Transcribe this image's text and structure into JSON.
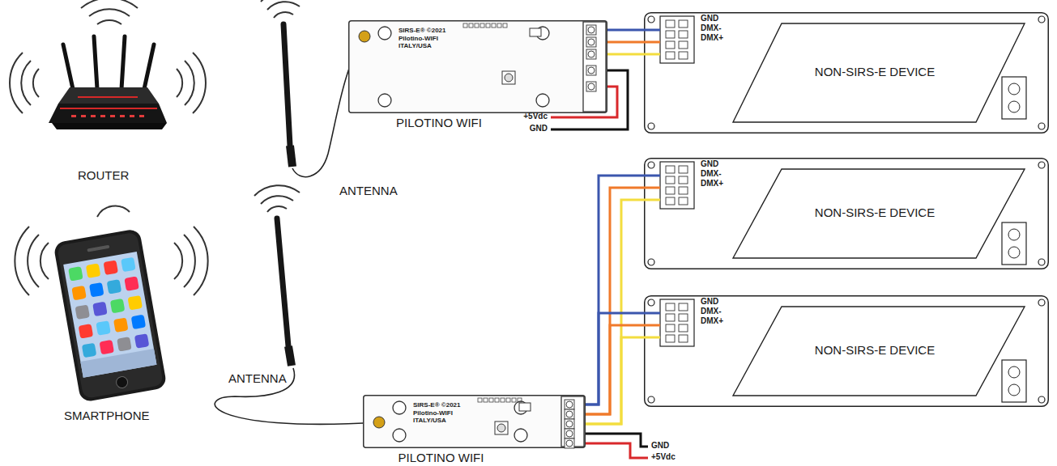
{
  "diagram": {
    "nodes": [
      {
        "text": [
          "SIRS-E® ©2021 Pilotino-WIFI ITALY/USA",
          "PILOTINO WIFI"
        ]
      },
      {
        "text": [
          "GND",
          "DMX-",
          "DMX+",
          "NON-SIRS-E DEVICE"
        ]
      },
      {
        "text": [
          "GND",
          "DMX-",
          "DMX+",
          "NON-SIRS-E DEVICE"
        ]
      },
      {
        "text": [
          "GND",
          "DMX-",
          "DMX+",
          "NON-SIRS-E DEVICE"
        ]
      },
      {
        "text": [
          "SIRS-E® ©2021 Pilotino-WIFI ITALY/USA",
          "PILOTINO WIFI"
        ]
      }
    ],
    "edges": [
      {
        "from": 0,
        "to": 1,
        "arrow": "none"
      },
      {
        "from": 4,
        "to": 2,
        "arrow": "none"
      },
      {
        "from": 4,
        "to": 3,
        "arrow": "none"
      }
    ],
    "labels": [
      "ROUTER",
      "SMARTPHONE",
      "ANTENNA",
      "ANTENNA",
      "+5Vdc",
      "GND",
      "GND",
      "+5Vdc"
    ]
  }
}
